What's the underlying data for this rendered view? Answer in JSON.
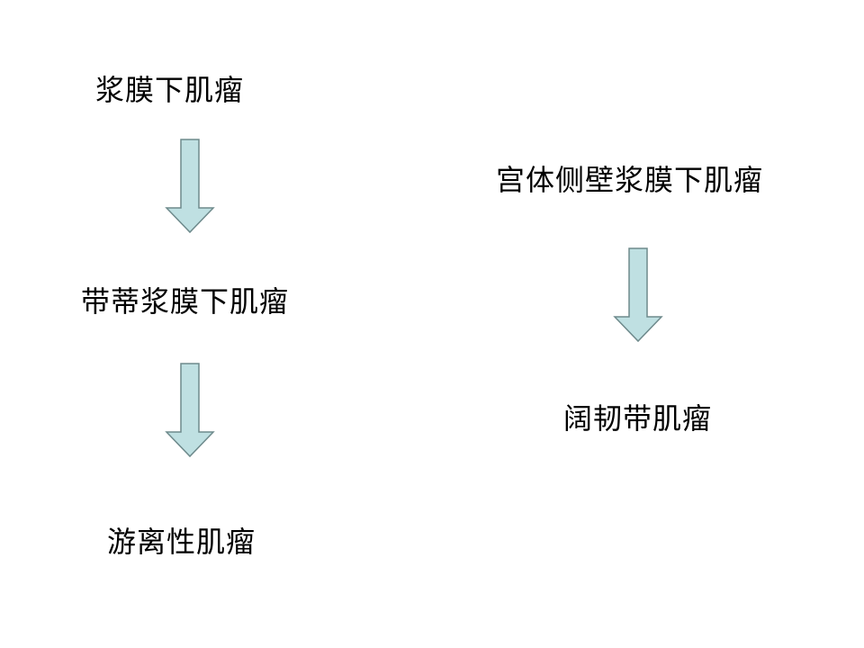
{
  "left_chain": {
    "step1": "浆膜下肌瘤",
    "step2": "带蒂浆膜下肌瘤",
    "step3": "游离性肌瘤"
  },
  "right_chain": {
    "step1": "宫体侧壁浆膜下肌瘤",
    "step2": "阔韧带肌瘤"
  },
  "colors": {
    "arrow_fill": "#bfe0e2",
    "arrow_stroke": "#6e8a8c",
    "text": "#000000"
  },
  "icons": {
    "arrow": "down-arrow-icon"
  }
}
